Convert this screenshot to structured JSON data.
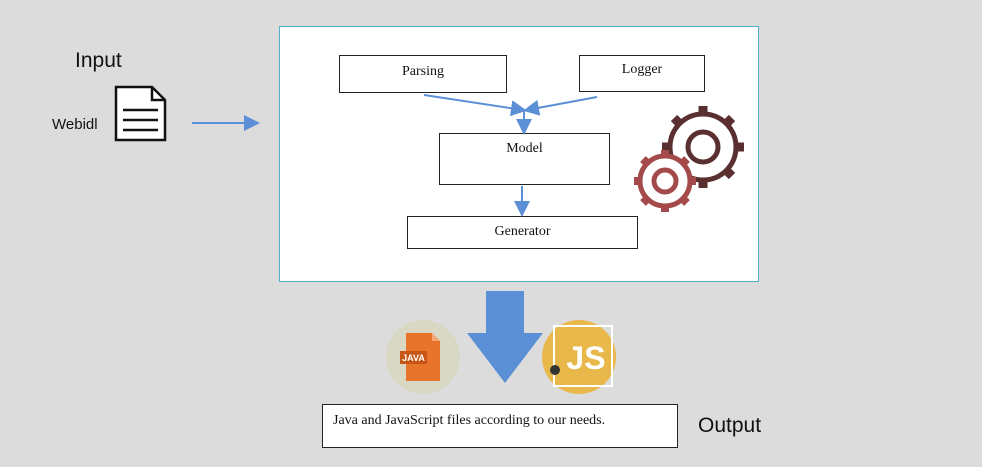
{
  "labels": {
    "input": "Input",
    "webidl": "Webidl",
    "output": "Output"
  },
  "pipeline": {
    "parsing": "Parsing",
    "logger": "Logger",
    "model": "Model",
    "generator": "Generator"
  },
  "output_box": {
    "text": "Java and JavaScript files according to our needs."
  },
  "icons": {
    "document": "document-icon",
    "gears": "gears-icon",
    "java": "java-file-icon",
    "javascript": "javascript-icon",
    "down_arrow": "down-arrow-icon"
  },
  "badges": {
    "java": "JAVA",
    "javascript": "JS"
  },
  "colors": {
    "arrow_blue": "#5b8fd6",
    "panel_border": "#4fb0c6",
    "gear_dark": "#5a2f2f",
    "gear_red": "#a44a4a",
    "java_orange": "#e8732a",
    "js_yellow": "#e8b84a"
  }
}
